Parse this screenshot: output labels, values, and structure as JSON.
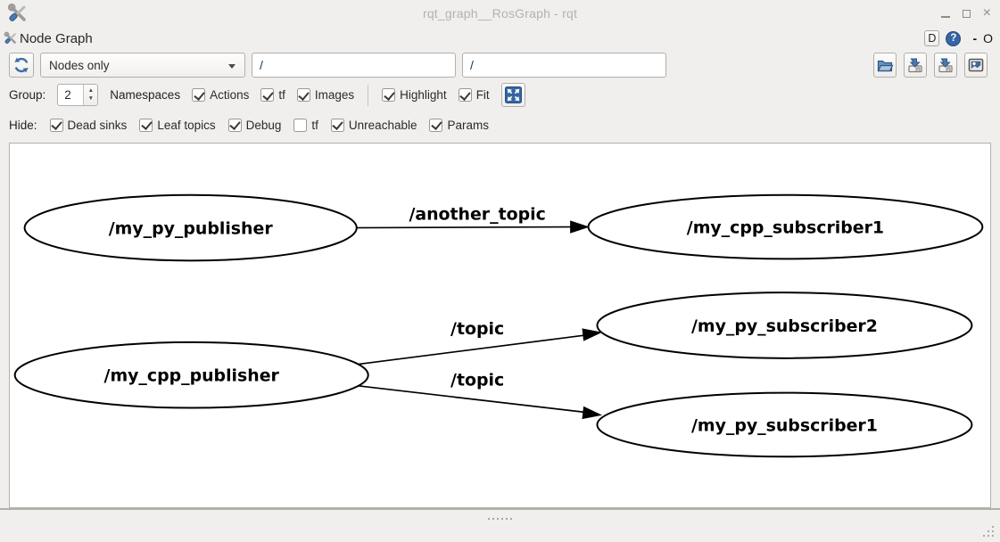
{
  "window": {
    "title": "rqt_graph__RosGraph - rqt"
  },
  "icons": {
    "close_glyph": "×",
    "spin_up": "▲",
    "spin_down": "▼",
    "help_glyph": "?"
  },
  "plugin_bar": {
    "title": "Node Graph",
    "dock_label": "D",
    "collapse_label": "-",
    "close_label": "O"
  },
  "toolbar": {
    "graph_type_value": "Nodes only",
    "topic_filter_value": "/",
    "node_filter_value": "/"
  },
  "group_row": {
    "label": "Group:",
    "group_value": "2",
    "namespaces_label": "Namespaces",
    "actions": {
      "label": "Actions",
      "checked": true
    },
    "tf": {
      "label": "tf",
      "checked": true
    },
    "images": {
      "label": "Images",
      "checked": true
    },
    "highlight": {
      "label": "Highlight",
      "checked": true
    },
    "fit": {
      "label": "Fit",
      "checked": true
    }
  },
  "hide_row": {
    "label": "Hide:",
    "dead_sinks": {
      "label": "Dead sinks",
      "checked": true
    },
    "leaf_topics": {
      "label": "Leaf topics",
      "checked": true
    },
    "debug": {
      "label": "Debug",
      "checked": true
    },
    "tf": {
      "label": "tf",
      "checked": false
    },
    "unreachable": {
      "label": "Unreachable",
      "checked": true
    },
    "params": {
      "label": "Params",
      "checked": true
    }
  },
  "graph": {
    "nodes": [
      {
        "id": "my_py_publisher",
        "label": "/my_py_publisher"
      },
      {
        "id": "my_cpp_subscriber1",
        "label": "/my_cpp_subscriber1"
      },
      {
        "id": "my_cpp_publisher",
        "label": "/my_cpp_publisher"
      },
      {
        "id": "my_py_subscriber2",
        "label": "/my_py_subscriber2"
      },
      {
        "id": "my_py_subscriber1",
        "label": "/my_py_subscriber1"
      }
    ],
    "edges": [
      {
        "label": "/another_topic",
        "from": "/my_py_publisher",
        "to": "/my_cpp_subscriber1"
      },
      {
        "label": "/topic",
        "from": "/my_cpp_publisher",
        "to": "/my_py_subscriber2"
      },
      {
        "label": "/topic",
        "from": "/my_cpp_publisher",
        "to": "/my_py_subscriber1"
      }
    ]
  }
}
